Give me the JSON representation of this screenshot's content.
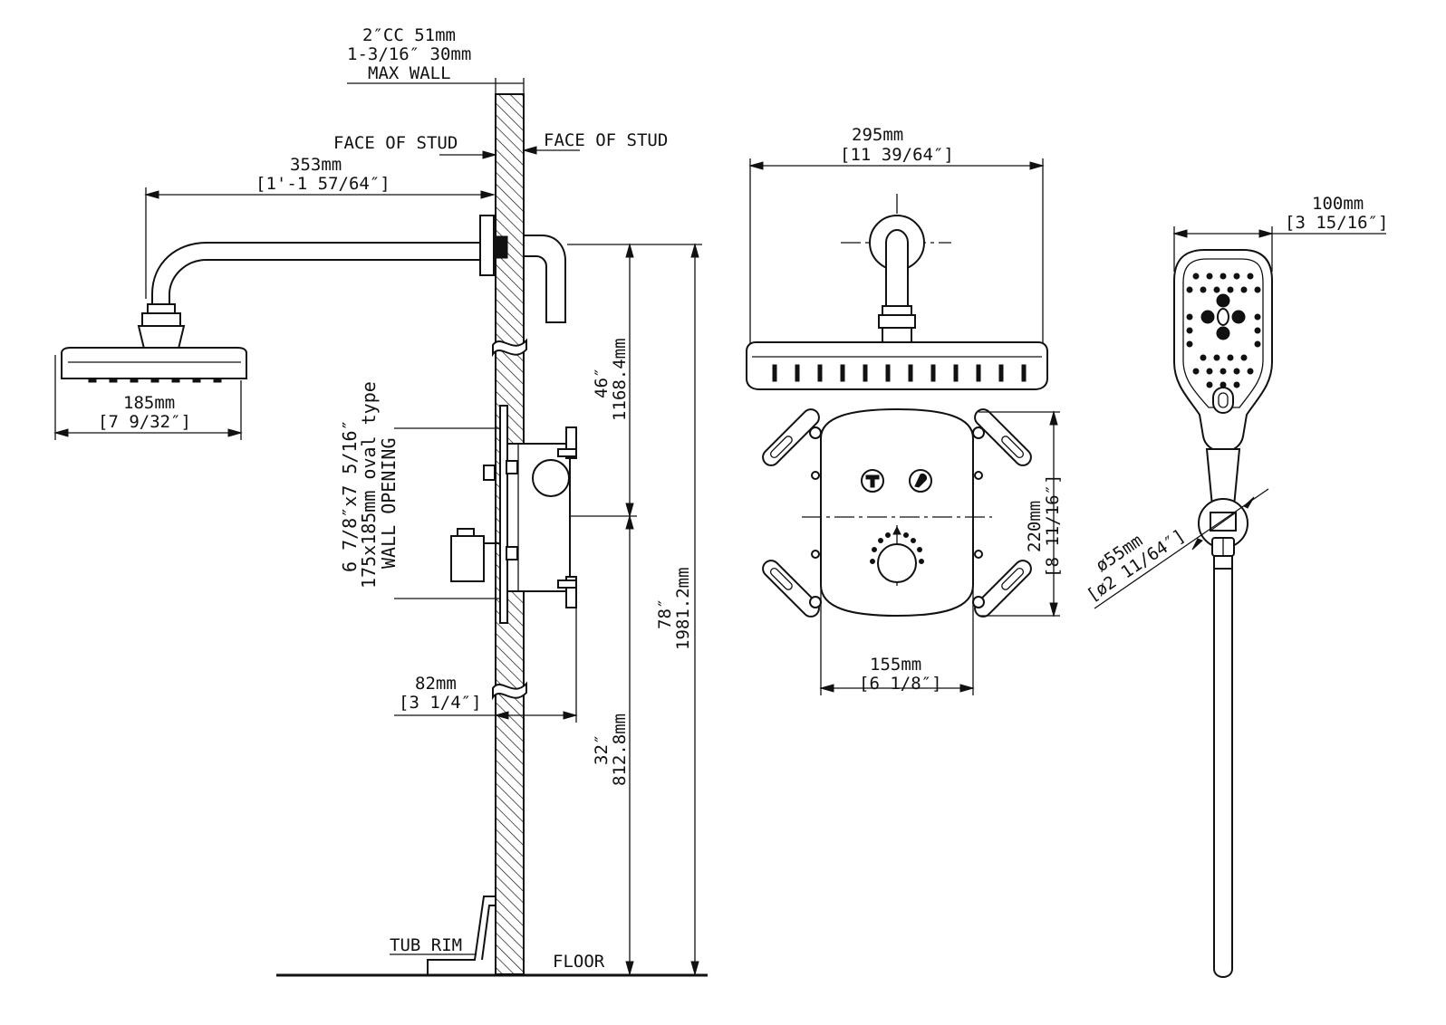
{
  "title": "",
  "side_view": {
    "wall": {
      "cc_label": "2″CC 51mm",
      "max_wall_dim": "1-3/16″ 30mm",
      "max_wall_label": "MAX WALL",
      "face_of_stud_left": "FACE OF STUD",
      "face_of_stud_right": "FACE OF STUD"
    },
    "arm_reach": {
      "mm": "353mm",
      "imperial": "[1'-1 57/64″]"
    },
    "shower_head": {
      "mm": "185mm",
      "imperial": "[7 9/32″]"
    },
    "wall_opening": {
      "imperial": "6 7/8″x7 5/16″",
      "mm": "175x185mm oval type",
      "label": "WALL OPENING"
    },
    "valve_depth": {
      "mm": "82mm",
      "imperial": "[3 1/4″]"
    },
    "valve_to_arm": {
      "imperial": "46″",
      "mm": "1168.4mm"
    },
    "floor_to_valve": {
      "imperial": "32″",
      "mm": "812.8mm"
    },
    "floor_to_arm": {
      "imperial": "78″",
      "mm": "1981.2mm"
    },
    "tub_rim": "TUB RIM",
    "floor": "FLOOR"
  },
  "front_view": {
    "head_width": {
      "mm": "295mm",
      "imperial": "[11 39/64″]"
    },
    "plate_height": {
      "mm": "220mm",
      "imperial": "[8 11/16″]"
    },
    "plate_width": {
      "mm": "155mm",
      "imperial": "[6 1/8″]"
    }
  },
  "hand_shower": {
    "width": {
      "mm": "100mm",
      "imperial": "[3 15/16″]"
    },
    "holder": {
      "mm": "ø55mm",
      "imperial": "[ø2 11/64″]"
    }
  }
}
